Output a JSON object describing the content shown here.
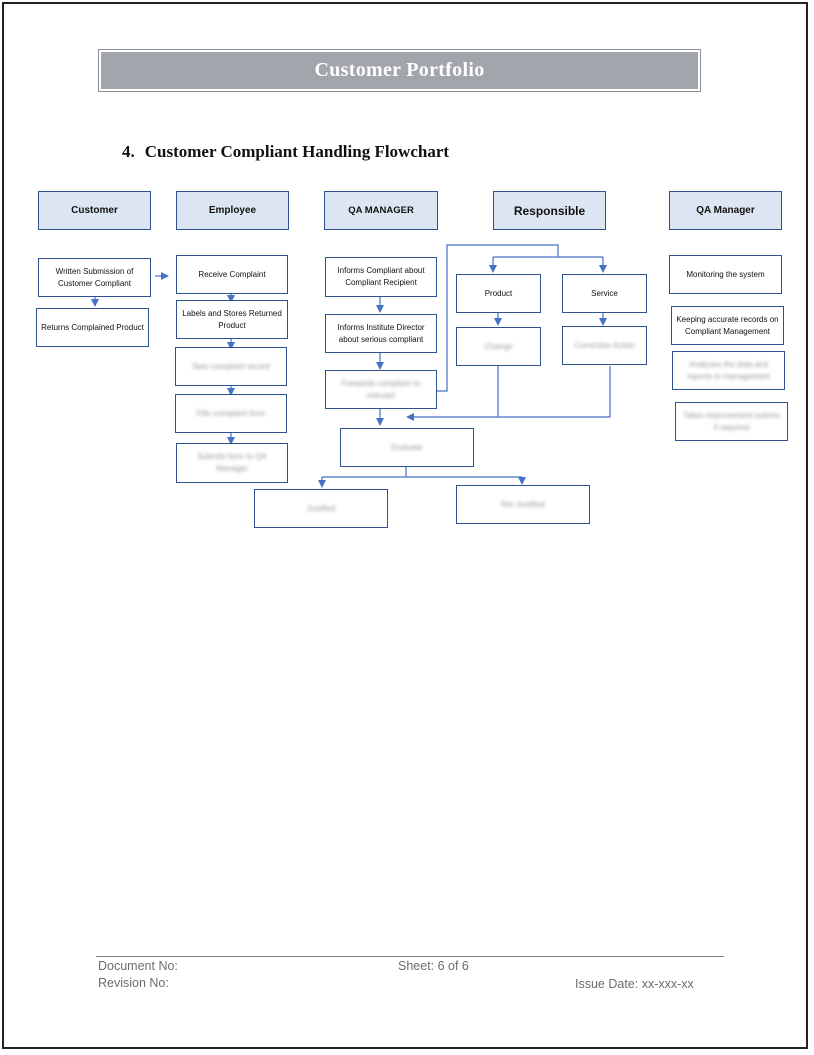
{
  "header": {
    "title": "Customer Portfolio"
  },
  "section": {
    "number": "4.",
    "title": "Customer Compliant Handling Flowchart"
  },
  "lanes": {
    "customer": "Customer",
    "employee": "Employee",
    "qa_manager_upper": "QA MANAGER",
    "responsible": "Responsible",
    "qa_manager": "QA Manager"
  },
  "flow": {
    "written_submission": "Written Submission of Customer Compliant",
    "returns_product": "Returns Complained Product",
    "receive_complaint": "Receive Complaint",
    "labels_stores": "Labels and Stores Returned Product",
    "employee_step3": "Sets complaint record",
    "employee_step4": "Fills complaint form",
    "employee_step5": "Submits form to QA Manager",
    "informs_recipient": "Informs Compliant about Compliant Recipient",
    "informs_director": "Informs Institute Director about serious compliant",
    "qa_step3": "Forwards compliant to relevant",
    "product": "Product",
    "service": "Service",
    "product_action": "Change",
    "service_action": "Corrective Action",
    "evaluate": "Evaluate",
    "justified": "Justified",
    "not_justified": "Not Justified",
    "monitoring": "Monitoring the system",
    "keeping_records": "Keeping accurate records on Compliant Management",
    "qa_step3b": "Analyses the data and reports to management",
    "qa_step4b": "Takes improvement actions if required"
  },
  "footer": {
    "document_no": "Document No:",
    "revision_no": "Revision No:",
    "sheet": "Sheet: 6 of 6",
    "issue_date": "Issue Date: xx-xxx-xx"
  },
  "colors": {
    "lane_fill": "#dce6f2",
    "box_border": "#2f528f",
    "connector": "#4472c4",
    "header_bar": "#a2a5ab"
  }
}
